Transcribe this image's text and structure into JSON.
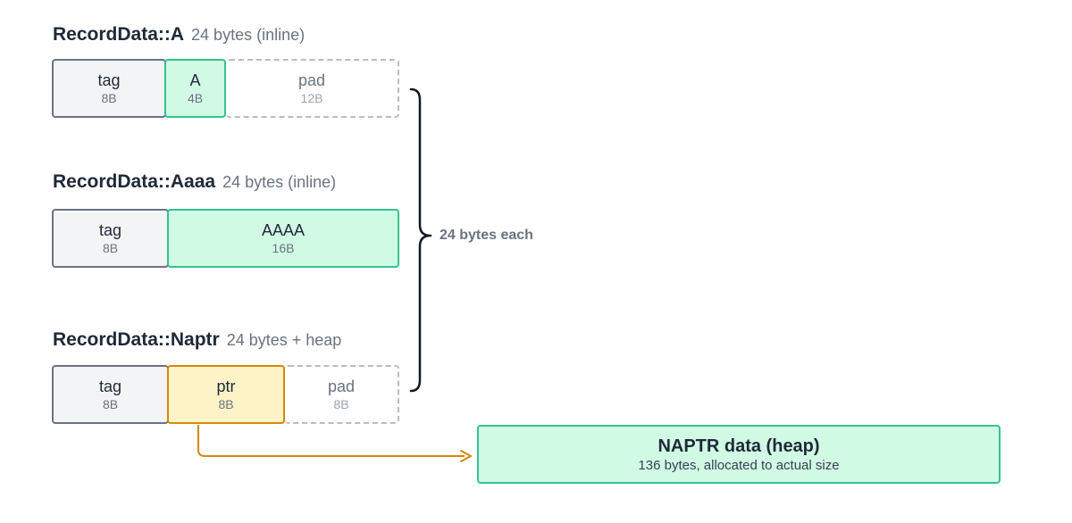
{
  "records": [
    {
      "name": "RecordData::A",
      "meta": "24 bytes (inline)",
      "fields": [
        {
          "label": "tag",
          "size": "8B"
        },
        {
          "label": "A",
          "size": "4B"
        },
        {
          "label": "pad",
          "size": "12B"
        }
      ]
    },
    {
      "name": "RecordData::Aaaa",
      "meta": "24 bytes (inline)",
      "fields": [
        {
          "label": "tag",
          "size": "8B"
        },
        {
          "label": "AAAA",
          "size": "16B"
        }
      ]
    },
    {
      "name": "RecordData::Naptr",
      "meta": "24 bytes + heap",
      "fields": [
        {
          "label": "tag",
          "size": "8B"
        },
        {
          "label": "ptr",
          "size": "8B"
        },
        {
          "label": "pad",
          "size": "8B"
        }
      ]
    }
  ],
  "brace_label": "24 bytes each",
  "heap": {
    "title": "NAPTR data (heap)",
    "description": "136 bytes, allocated to actual size"
  },
  "colors": {
    "tag_fill": "#f3f4f6",
    "data_fill": "#d1fae5",
    "data_border": "#34c38f",
    "pointer_fill": "#fef3c7",
    "pointer_border": "#d4880f",
    "pad_border": "#b8bcc4"
  }
}
